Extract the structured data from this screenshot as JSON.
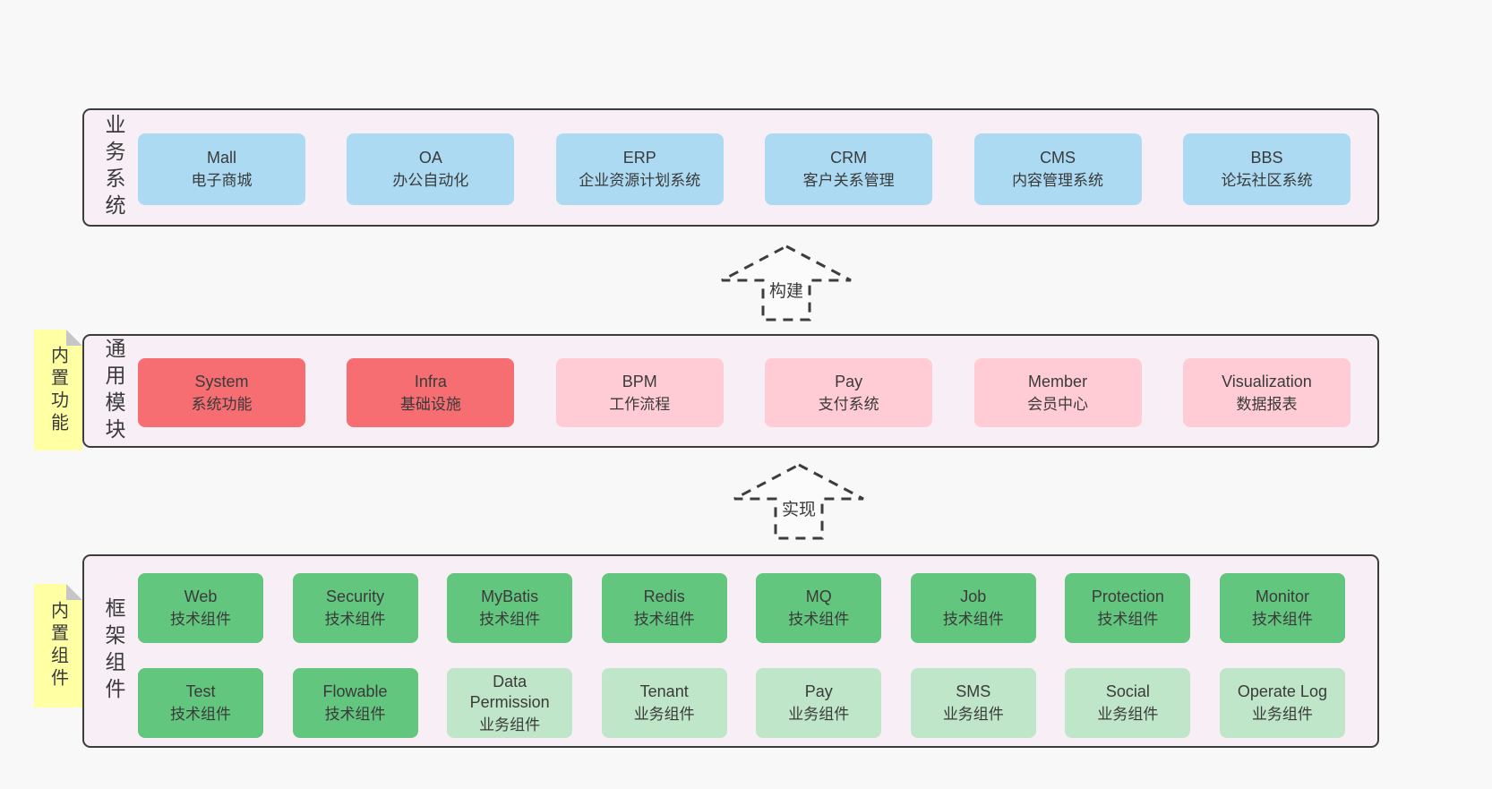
{
  "diagram": {
    "colors": {
      "page_bg": "#f8f8f8",
      "band_bg": "#f8eef6",
      "band_border": "#3d3d3d",
      "blue": "#abdaf2",
      "red": "#f66d72",
      "pink": "#ffccd5",
      "green_dark": "#63c67e",
      "green_light": "#bfe6c8",
      "sticky_yellow": "#ffffa3",
      "fold_gray": "#c6c6c6",
      "text": "#3a3a3a"
    },
    "arrows": [
      {
        "label": "构建"
      },
      {
        "label": "实现"
      }
    ],
    "bands": [
      {
        "id": "business-systems",
        "label": "业务系统",
        "sticky": "",
        "rows": [
          [
            {
              "name": "Mall",
              "desc": "电子商城",
              "variant": "blue"
            },
            {
              "name": "OA",
              "desc": "办公自动化",
              "variant": "blue"
            },
            {
              "name": "ERP",
              "desc": "企业资源计划系统",
              "variant": "blue"
            },
            {
              "name": "CRM",
              "desc": "客户关系管理",
              "variant": "blue"
            },
            {
              "name": "CMS",
              "desc": "内容管理系统",
              "variant": "blue"
            },
            {
              "name": "BBS",
              "desc": "论坛社区系统",
              "variant": "blue"
            }
          ]
        ]
      },
      {
        "id": "common-modules",
        "label": "通用模块",
        "sticky": "内置功能",
        "rows": [
          [
            {
              "name": "System",
              "desc": "系统功能",
              "variant": "red"
            },
            {
              "name": "Infra",
              "desc": "基础设施",
              "variant": "red"
            },
            {
              "name": "BPM",
              "desc": "工作流程",
              "variant": "pink"
            },
            {
              "name": "Pay",
              "desc": "支付系统",
              "variant": "pink"
            },
            {
              "name": "Member",
              "desc": "会员中心",
              "variant": "pink"
            },
            {
              "name": "Visualization",
              "desc": "数据报表",
              "variant": "pink"
            }
          ]
        ]
      },
      {
        "id": "framework-components",
        "label": "框架组件",
        "sticky": "内置组件",
        "rows": [
          [
            {
              "name": "Web",
              "desc": "技术组件",
              "variant": "green_dark"
            },
            {
              "name": "Security",
              "desc": "技术组件",
              "variant": "green_dark"
            },
            {
              "name": "MyBatis",
              "desc": "技术组件",
              "variant": "green_dark"
            },
            {
              "name": "Redis",
              "desc": "技术组件",
              "variant": "green_dark"
            },
            {
              "name": "MQ",
              "desc": "技术组件",
              "variant": "green_dark"
            },
            {
              "name": "Job",
              "desc": "技术组件",
              "variant": "green_dark"
            },
            {
              "name": "Protection",
              "desc": "技术组件",
              "variant": "green_dark"
            },
            {
              "name": "Monitor",
              "desc": "技术组件",
              "variant": "green_dark"
            }
          ],
          [
            {
              "name": "Test",
              "desc": "技术组件",
              "variant": "green_dark"
            },
            {
              "name": "Flowable",
              "desc": "技术组件",
              "variant": "green_dark"
            },
            {
              "name": "Data Permission",
              "desc": "业务组件",
              "variant": "green_light"
            },
            {
              "name": "Tenant",
              "desc": "业务组件",
              "variant": "green_light"
            },
            {
              "name": "Pay",
              "desc": "业务组件",
              "variant": "green_light"
            },
            {
              "name": "SMS",
              "desc": "业务组件",
              "variant": "green_light"
            },
            {
              "name": "Social",
              "desc": "业务组件",
              "variant": "green_light"
            },
            {
              "name": "Operate Log",
              "desc": "业务组件",
              "variant": "green_light"
            }
          ]
        ]
      }
    ]
  }
}
